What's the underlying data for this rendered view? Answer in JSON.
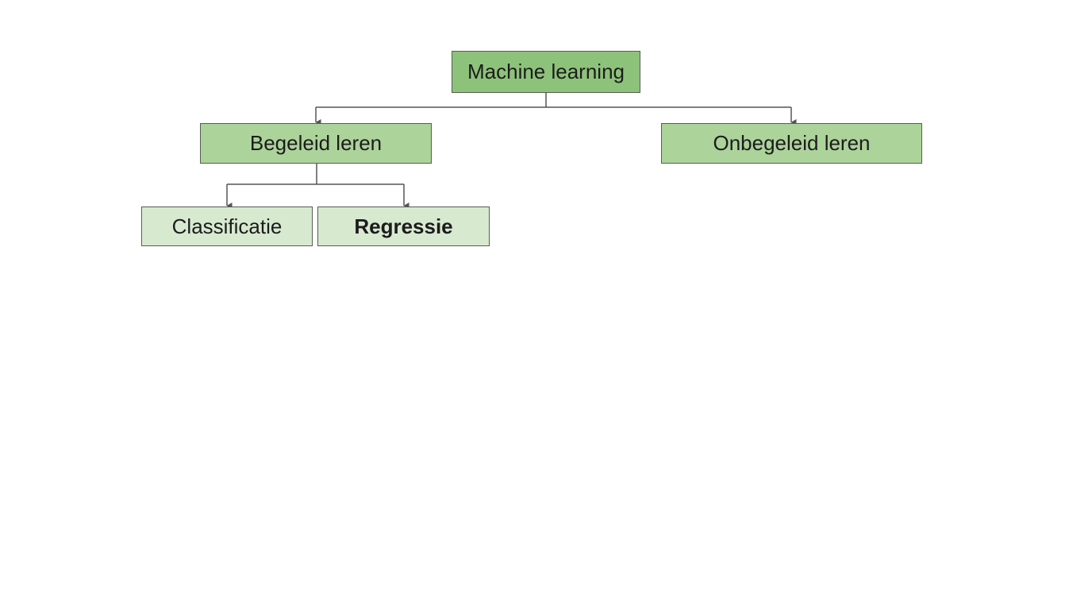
{
  "diagram": {
    "root": {
      "label": "Machine learning"
    },
    "children": [
      {
        "label": "Begeleid leren",
        "children": [
          {
            "label": "Classificatie"
          },
          {
            "label": "Regressie"
          }
        ]
      },
      {
        "label": "Onbegeleid leren"
      }
    ]
  },
  "colors": {
    "root_fill": "#8dc27a",
    "level2_fill": "#acd39a",
    "level3_fill": "#d7ead0",
    "border": "#555e55",
    "connector": "#555555"
  }
}
